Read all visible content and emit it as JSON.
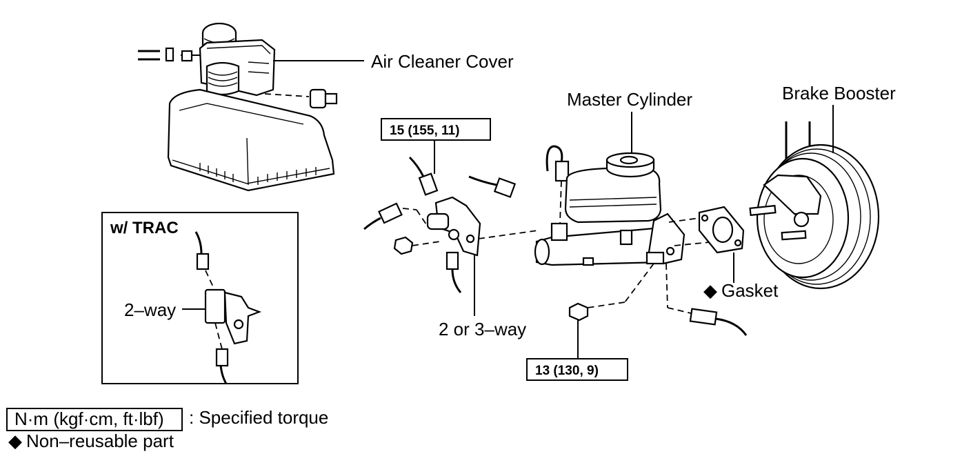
{
  "labels": {
    "air_cleaner_cover": "Air Cleaner Cover",
    "master_cylinder": "Master Cylinder",
    "brake_booster": "Brake Booster",
    "gasket": "Gasket",
    "two_or_three_way": "2 or 3–way",
    "two_way": "2–way",
    "w_trac": "w/ TRAC"
  },
  "torques": {
    "union_torque": "15 (155, 11)",
    "nut_torque": "13 (130, 9)"
  },
  "legend": {
    "unit_box": "N·m (kgf·cm, ft·lbf)",
    "specified_torque": ": Specified torque",
    "non_reusable_part": "Non–reusable part"
  },
  "symbols": {
    "non_reusable_marker": "◆"
  }
}
